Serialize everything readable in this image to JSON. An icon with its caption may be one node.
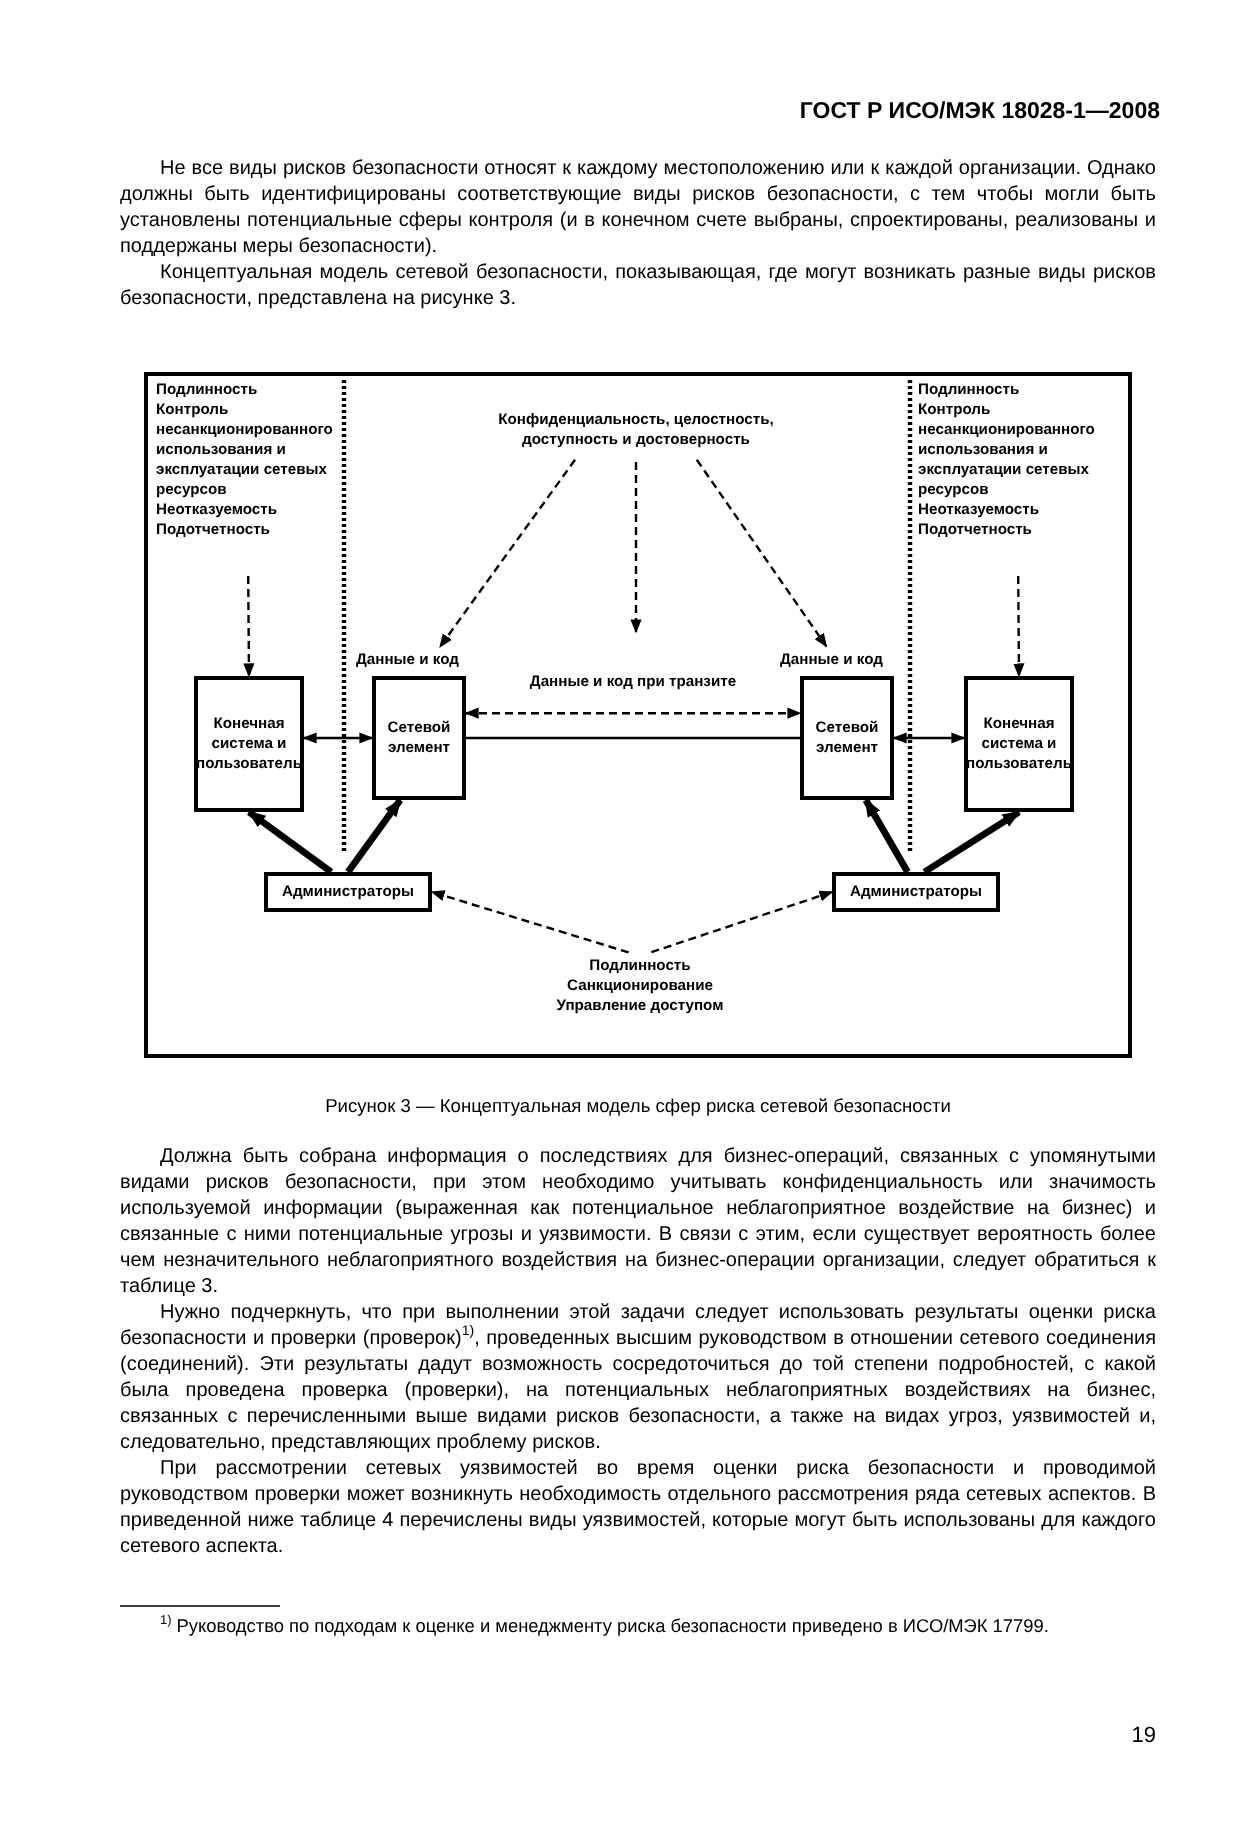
{
  "diagram": {
    "caption": "Рисунок 3 — Концептуальная модель сфер риска сетевой безопасности",
    "nodes": [
      {
        "text": [
          "Подлинность",
          "Контроль несанкционированного использования и эксплуатации сетевых ресурсов",
          "Неотказуемость",
          "Подотчетность"
        ]
      },
      {
        "text": [
          "Конфиденциальность, целостность, доступность и достоверность"
        ]
      },
      {
        "text": [
          "Конечная система и пользователь"
        ]
      },
      {
        "text": [
          "Сетевой элемент"
        ],
        "beside": [
          "Данные и код"
        ]
      },
      {
        "text": [
          "Сетевой элемент"
        ],
        "beside": [
          "Данные и код"
        ]
      },
      {
        "text": [
          "Конечная система и пользователь"
        ]
      },
      {
        "text": [
          "Подлинность",
          "Контроль несанкционированного использования и эксплуатации сетевых ресурсов",
          "Неотказуемость",
          "Подотчетность"
        ]
      },
      {
        "text": [
          "Администраторы"
        ]
      },
      {
        "text": [
          "Администраторы"
        ]
      },
      {
        "text": [
          "Подлинность",
          "Санкционирование",
          "Управление доступом"
        ]
      }
    ],
    "edges": [
      {
        "from": 0,
        "to": 2,
        "arrow": "to",
        "style": "dashed"
      },
      {
        "from": 6,
        "to": 5,
        "arrow": "to",
        "style": "dashed"
      },
      {
        "from": 1,
        "to": 3,
        "arrow": "to",
        "style": "dashed"
      },
      {
        "from": 1,
        "to": null,
        "arrow": "to",
        "style": "dashed"
      },
      {
        "from": 1,
        "to": 4,
        "arrow": "to",
        "style": "dashed"
      },
      {
        "from": 3,
        "to": 4,
        "arrow": "both",
        "style": "dashed",
        "label": "Данные и код при транзите"
      },
      {
        "from": 3,
        "to": 4,
        "arrow": "none"
      },
      {
        "from": 2,
        "to": 3,
        "arrow": "both"
      },
      {
        "from": 4,
        "to": 5,
        "arrow": "both"
      },
      {
        "from": 7,
        "to": 2,
        "arrow": "to",
        "style": "thick"
      },
      {
        "from": 7,
        "to": 3,
        "arrow": "to",
        "style": "thick"
      },
      {
        "from": 8,
        "to": 4,
        "arrow": "to",
        "style": "thick"
      },
      {
        "from": 8,
        "to": 5,
        "arrow": "to",
        "style": "thick"
      },
      {
        "from": 9,
        "to": 7,
        "arrow": "to",
        "style": "dashed"
      },
      {
        "from": 9,
        "to": 8,
        "arrow": "to",
        "style": "dashed"
      }
    ],
    "labels": [
      "ГОСТ Р ИСО/МЭК 18028-1—2008",
      "Не все виды рисков безопасности относят к каждому местоположению или к каждой организации. Однако должны быть идентифицированы соответствующие виды рисков безопасности, с тем чтобы могли быть установлены потенциальные сферы контроля (и в конечном счете выбраны, спроектированы, реализованы и поддержаны меры безопасности).",
      "Концептуальная модель сетевой безопасности, показывающая, где могут возникать разные виды рисков безопасности, представлена на рисунке 3.",
      "Должна быть собрана информация о последствиях для бизнес-операций, связанных с упомянутыми видами рисков безопасности, при этом необходимо учитывать конфиденциальность или значимость используемой информации (выраженная как потенциальное неблагоприятное воздействие на бизнес) и связанные с ними потенциальные угрозы и уязвимости. В связи с этим, если существует вероятность более чем незначительного неблагоприятного воздействия на бизнес-операции организации, следует обратиться к таблице 3.",
      "Нужно подчеркнуть, что при выполнении этой задачи следует использовать результаты оценки риска безопасности и проверки (проверок)$^{1)}$, проведенных высшим руководством в отношении сетевого соединения (соединений). Эти результаты дадут возможность сосредоточиться до той степени подробностей, с какой была проведена проверка (проверки), на потенциальных неблагоприятных воздействиях на бизнес, связанных с перечисленными выше видами рисков безопасности, а также на видах угроз, уязвимостей и, следовательно, представляющих проблему рисков.",
      "При рассмотрении сетевых уязвимостей во время оценки риска безопасности и проводимой руководством проверки может возникнуть необходимость отдельного рассмотрения ряда сетевых аспектов. В приведенной ниже таблице 4 перечислены виды уязвимостей, которые могут быть использованы для каждого сетевого аспекта.",
      "$^{1)}$ Руководство по подходам к оценке и менеджменту риска безопасности приведено в ИСО/МЭК 17799.",
      "19"
    ]
  }
}
